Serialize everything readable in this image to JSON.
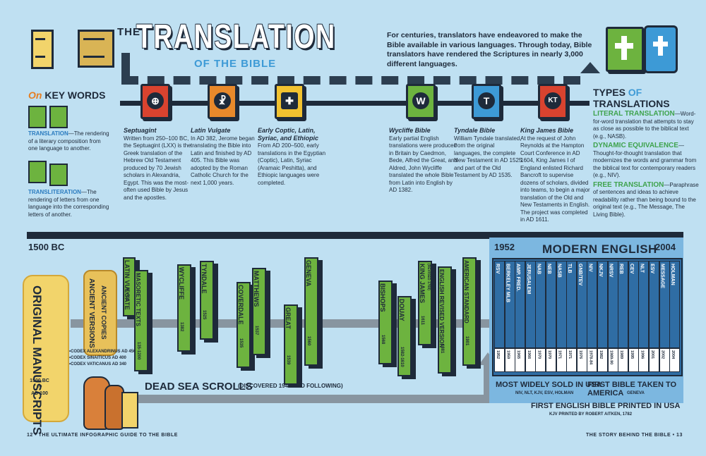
{
  "title": {
    "pre": "THE",
    "main": "TRANSLATION",
    "sub": "OF THE BIBLE"
  },
  "intro": "For centuries, translators have endeavored to make the Bible available in various languages. Through today, Bible translators have rendered the Scriptures in nearly 3,000 different languages.",
  "key_words": {
    "icon_label": "On",
    "heading": "KEY WORDS",
    "translation_term": "TRANSLATION",
    "translation_def": "—The rendering of a literary composition from one language to another.",
    "transliteration_term": "TRANSLITERATION",
    "transliteration_def": "—The rendering of letters from one language into the corresponding letters of another."
  },
  "timeline": [
    {
      "name": "Septuagint",
      "text": "Written from 250–100 BC, the Septuagint (LXX) is the Greek translation of the Hebrew Old Testament produced by 70 Jewish scholars in Alexandria, Egypt. This was the most-often used Bible by Jesus and the apostles.",
      "symbol": "⊕",
      "color": "#d9432f"
    },
    {
      "name": "Latin Vulgate",
      "text": "In AD 382, Jerome began translating the Bible into Latin and finished by AD 405. This Bible was adopted by the Roman Catholic Church for the next 1,000 years.",
      "symbol": "☧",
      "color": "#e8892b"
    },
    {
      "name": "Early Coptic, Latin, Syriac, and Ethiopic",
      "text": "From AD 200–500, early translations in the Egyptian (Coptic), Latin, Syriac (Aramaic Peshitta), and Ethiopic languages were completed.",
      "symbol": "✚",
      "color": "#f2c230"
    },
    {
      "name": "Wycliffe Bible",
      "text": "Early partial English translations were produced in Britain by Caedmon, Bede, Alfred the Great, and Aldred, John Wycliffe translated the whole Bible from Latin into English by AD 1382.",
      "symbol": "W",
      "color": "#6db33f"
    },
    {
      "name": "Tyndale Bible",
      "text": "William Tyndale translated, from the original languages, the complete New Testament in AD 1525 and part of the Old Testament by AD 1535.",
      "symbol": "T",
      "color": "#3d9ad6"
    },
    {
      "name": "King James Bible",
      "text": "At the request of John Reynolds at the Hampton Court Conference in AD 1604, King James I of England enlisted Richard Bancroft to supervise dozens of scholars, divided into teams, to begin a major translation of the Old and New Testaments in English. The project was completed in AD 1611.",
      "symbol": "KT",
      "color": "#d9432f"
    }
  ],
  "types": {
    "heading_1": "TYPES",
    "heading_of": "OF",
    "heading_2": "TRANSLATIONS",
    "literal_term": "LITERAL TRANSLATION",
    "literal_def": "—Word-for-word translation that attempts to stay as close as possible to the biblical text (e.g., NASB).",
    "dynamic_term": "DYNAMIC EQUIVALENCE",
    "dynamic_def": "—Thought-for-thought translation that modernizes the words and grammar from the biblical text for contemporary readers (e.g., NIV).",
    "free_term": "FREE TRANSLATION",
    "free_def": "—Paraphrase of sentences and ideas to achieve readability rather than being bound to the original text (e.g., The Message, The Living Bible)."
  },
  "bottom": {
    "start_year": "1500 BC",
    "original_manuscripts": "ORIGINAL MANUSCRIPTS",
    "om_dates": [
      "1500 BC",
      "TO",
      "AD 100"
    ],
    "ancient_versions": "ANCIENT VERSIONS",
    "ancient_copies": "ANCIENT COPIES",
    "codices": [
      "•CODEX ALEXANDRINUS AD 450",
      "•CODEX SINAITICUS AD 400",
      "•CODEX VATICANUS AD 340"
    ],
    "dead_sea": "DEAD SEA SCROLLS",
    "dead_sea_note": "(DISCOVERED 1947 AND FOLLOWING)",
    "versions": [
      {
        "name": "LATIN VULGATE",
        "year": "AD 405"
      },
      {
        "name": "MASORETIC TEXTS",
        "year": "135-1200"
      },
      {
        "name": "WYCLIFFE",
        "year": "1382"
      },
      {
        "name": "TYNDALE",
        "year": "1525"
      },
      {
        "name": "COVERDALE",
        "year": "1535"
      },
      {
        "name": "MATTHEWS",
        "year": "1537"
      },
      {
        "name": "GREAT",
        "year": "1539"
      },
      {
        "name": "GENEVA",
        "year": "1560"
      },
      {
        "name": "BISHOPS",
        "year": "1568"
      },
      {
        "name": "DOUAY",
        "year": "1582-1610"
      },
      {
        "name": "KING JAMES",
        "sub": "(REVISED 1769)",
        "year": "1611"
      },
      {
        "name": "ENGLISH REVISED VERSION",
        "year": "1881"
      },
      {
        "name": "AMERICAN STANDARD",
        "year": "1901"
      }
    ],
    "modern": {
      "title": "MODERN ENGLISH",
      "start": "1952",
      "end": "2004",
      "books": [
        {
          "name": "RSV",
          "year": "1952"
        },
        {
          "name": "BERKELEY MLB",
          "year": "1959"
        },
        {
          "name": "AMP. FRED.",
          "year": "1965"
        },
        {
          "name": "JERUSALEM",
          "year": "1966"
        },
        {
          "name": "NAB",
          "year": "1970"
        },
        {
          "name": "NEB",
          "year": "1970"
        },
        {
          "name": "NASB",
          "year": "1971"
        },
        {
          "name": "TLB",
          "year": "1971"
        },
        {
          "name": "GNB/TEV",
          "year": "1976"
        },
        {
          "name": "NIV",
          "year": "1978-84"
        },
        {
          "name": "NKJV",
          "year": "1982"
        },
        {
          "name": "NRSV",
          "year": "1989-90"
        },
        {
          "name": "REB",
          "year": "1989"
        },
        {
          "name": "CEV",
          "year": "1995"
        },
        {
          "name": "NLT",
          "year": "1996"
        },
        {
          "name": "ESV",
          "year": "2001"
        },
        {
          "name": "MESSAGE",
          "year": "2002"
        },
        {
          "name": "HOLMAN",
          "year": "2004"
        }
      ]
    },
    "most_sold": "MOST WIDELY SOLD IN USA",
    "most_sold_note": "NIV, NLT, KJV, ESV, HOLMAN",
    "first_america": "FIRST BIBLE TAKEN TO AMERICA",
    "first_america_note": "GENEVA",
    "first_printed": "FIRST ENGLISH BIBLE PRINTED IN USA",
    "first_printed_note": "KJV PRINTED BY ROBERT AITKEN, 1782"
  },
  "footer": {
    "left": "12 • THE ULTIMATE INFOGRAPHIC GUIDE TO THE BIBLE",
    "right": "THE STORY BEHIND THE BIBLE • 13"
  },
  "colors": {
    "background": "#bfe0f2",
    "dark": "#1e2a3a",
    "green": "#6db33f",
    "blue": "#2f6da4",
    "gold": "#f2d46b"
  }
}
